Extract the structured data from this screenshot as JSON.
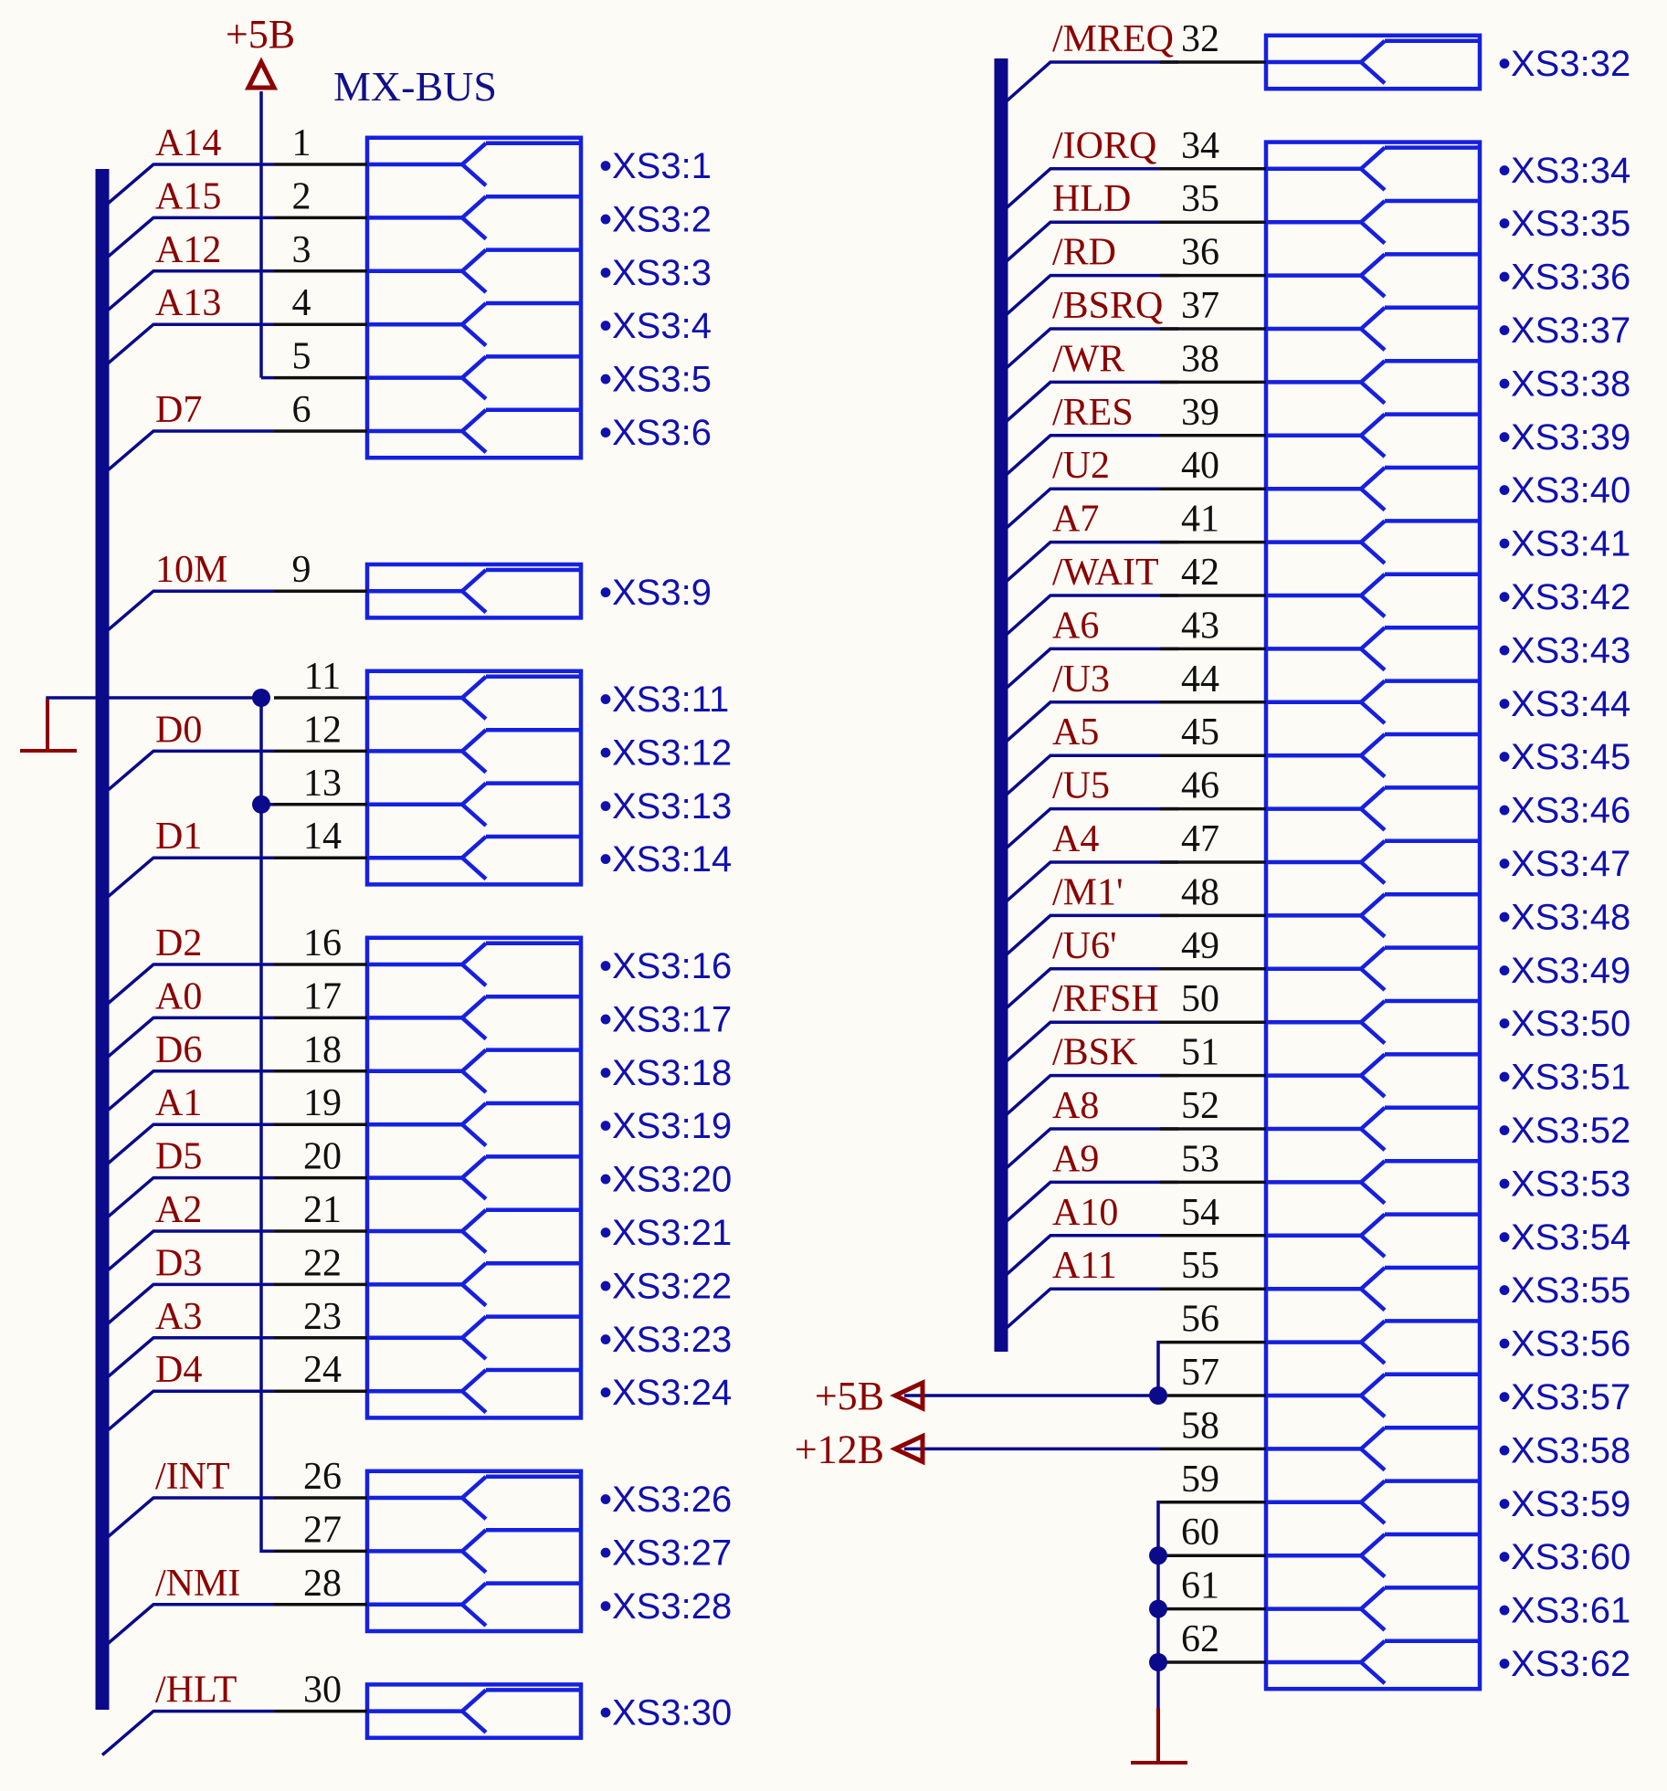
{
  "title": "MX-BUS",
  "power": {
    "top_5v": "+5B",
    "right_5v": "+5B",
    "right_12v": "+12B"
  },
  "left_pins": [
    {
      "num": "1",
      "sig": "A14",
      "ref": "XS3:1"
    },
    {
      "num": "2",
      "sig": "A15",
      "ref": "XS3:2"
    },
    {
      "num": "3",
      "sig": "A12",
      "ref": "XS3:3"
    },
    {
      "num": "4",
      "sig": "A13",
      "ref": "XS3:4"
    },
    {
      "num": "5",
      "sig": "",
      "ref": "XS3:5"
    },
    {
      "num": "6",
      "sig": "D7",
      "ref": "XS3:6"
    },
    {
      "num": "9",
      "sig": "10M",
      "ref": "XS3:9"
    },
    {
      "num": "11",
      "sig": "",
      "ref": "XS3:11"
    },
    {
      "num": "12",
      "sig": "D0",
      "ref": "XS3:12"
    },
    {
      "num": "13",
      "sig": "",
      "ref": "XS3:13"
    },
    {
      "num": "14",
      "sig": "D1",
      "ref": "XS3:14"
    },
    {
      "num": "16",
      "sig": "D2",
      "ref": "XS3:16"
    },
    {
      "num": "17",
      "sig": "A0",
      "ref": "XS3:17"
    },
    {
      "num": "18",
      "sig": "D6",
      "ref": "XS3:18"
    },
    {
      "num": "19",
      "sig": "A1",
      "ref": "XS3:19"
    },
    {
      "num": "20",
      "sig": "D5",
      "ref": "XS3:20"
    },
    {
      "num": "21",
      "sig": "A2",
      "ref": "XS3:21"
    },
    {
      "num": "22",
      "sig": "D3",
      "ref": "XS3:22"
    },
    {
      "num": "23",
      "sig": "A3",
      "ref": "XS3:23"
    },
    {
      "num": "24",
      "sig": "D4",
      "ref": "XS3:24"
    },
    {
      "num": "26",
      "sig": "/INT",
      "ref": "XS3:26"
    },
    {
      "num": "27",
      "sig": "",
      "ref": "XS3:27"
    },
    {
      "num": "28",
      "sig": "/NMI",
      "ref": "XS3:28"
    },
    {
      "num": "30",
      "sig": "/HLT",
      "ref": "XS3:30"
    }
  ],
  "right_pins": [
    {
      "num": "32",
      "sig": "/MREQ",
      "ref": "XS3:32"
    },
    {
      "num": "34",
      "sig": "/IORQ",
      "ref": "XS3:34"
    },
    {
      "num": "35",
      "sig": "HLD",
      "ref": "XS3:35"
    },
    {
      "num": "36",
      "sig": "/RD",
      "ref": "XS3:36"
    },
    {
      "num": "37",
      "sig": "/BSRQ",
      "ref": "XS3:37"
    },
    {
      "num": "38",
      "sig": "/WR",
      "ref": "XS3:38"
    },
    {
      "num": "39",
      "sig": "/RES",
      "ref": "XS3:39"
    },
    {
      "num": "40",
      "sig": "/U2",
      "ref": "XS3:40"
    },
    {
      "num": "41",
      "sig": "A7",
      "ref": "XS3:41"
    },
    {
      "num": "42",
      "sig": "/WAIT",
      "ref": "XS3:42"
    },
    {
      "num": "43",
      "sig": "A6",
      "ref": "XS3:43"
    },
    {
      "num": "44",
      "sig": "/U3",
      "ref": "XS3:44"
    },
    {
      "num": "45",
      "sig": "A5",
      "ref": "XS3:45"
    },
    {
      "num": "46",
      "sig": "/U5",
      "ref": "XS3:46"
    },
    {
      "num": "47",
      "sig": "A4",
      "ref": "XS3:47"
    },
    {
      "num": "48",
      "sig": "/M1'",
      "ref": "XS3:48"
    },
    {
      "num": "49",
      "sig": "/U6'",
      "ref": "XS3:49"
    },
    {
      "num": "50",
      "sig": "/RFSH",
      "ref": "XS3:50"
    },
    {
      "num": "51",
      "sig": "/BSK",
      "ref": "XS3:51"
    },
    {
      "num": "52",
      "sig": "A8",
      "ref": "XS3:52"
    },
    {
      "num": "53",
      "sig": "A9",
      "ref": "XS3:53"
    },
    {
      "num": "54",
      "sig": "A10",
      "ref": "XS3:54"
    },
    {
      "num": "55",
      "sig": "A11",
      "ref": "XS3:55"
    },
    {
      "num": "56",
      "sig": "",
      "ref": "XS3:56"
    },
    {
      "num": "57",
      "sig": "",
      "ref": "XS3:57"
    },
    {
      "num": "58",
      "sig": "",
      "ref": "XS3:58"
    },
    {
      "num": "59",
      "sig": "",
      "ref": "XS3:59"
    },
    {
      "num": "60",
      "sig": "",
      "ref": "XS3:60"
    },
    {
      "num": "61",
      "sig": "",
      "ref": "XS3:61"
    },
    {
      "num": "62",
      "sig": "",
      "ref": "XS3:62"
    }
  ]
}
